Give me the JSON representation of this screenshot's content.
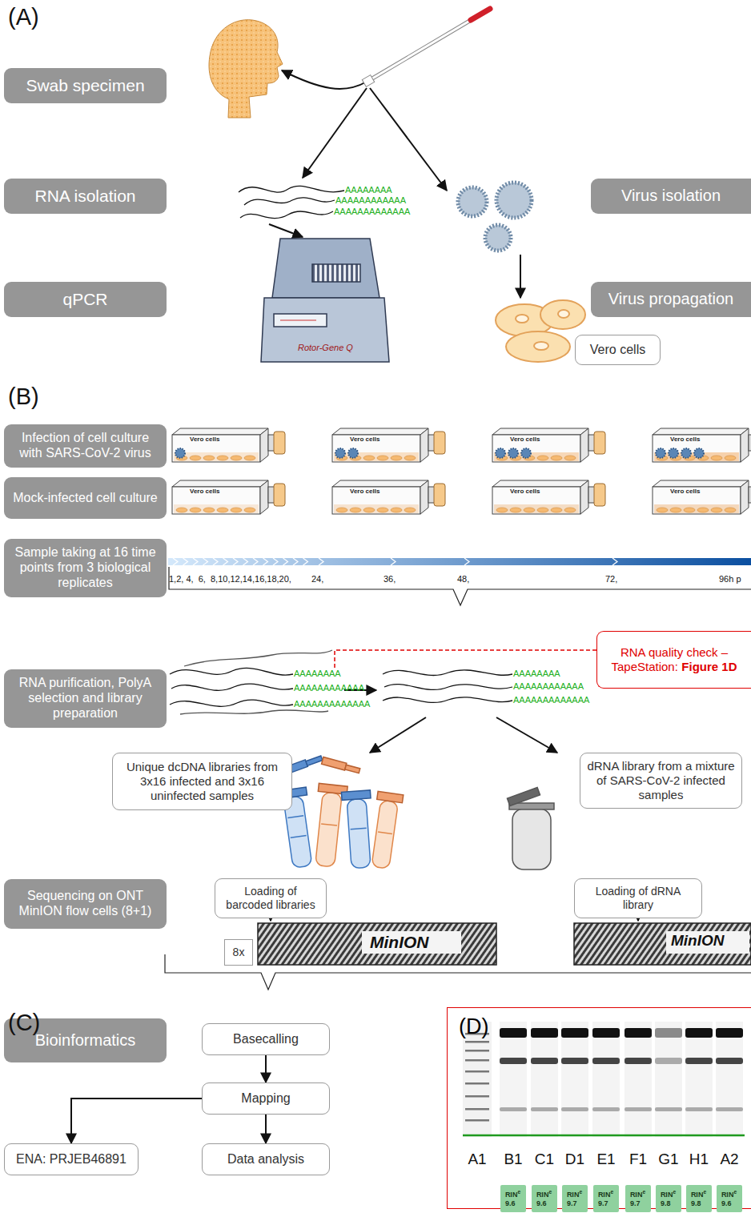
{
  "diagram": {
    "nodes": [
      {
        "text": [
          "Swab specimen"
        ]
      },
      {
        "text": [
          "RNA isolation"
        ]
      },
      {
        "text": [
          "Virus isolation"
        ]
      },
      {
        "text": [
          "qPCR"
        ]
      },
      {
        "text": [
          "Virus propagation"
        ]
      },
      {
        "text": [
          "Vero cells"
        ]
      },
      {
        "text": [
          "Infection of cell culture with SARS-CoV-2 virus"
        ]
      },
      {
        "text": [
          "Mock-infected cell culture"
        ]
      },
      {
        "text": [
          "Sample taking at 16 time points from 3 biological replicates"
        ]
      },
      {
        "text": [
          "RNA purification, PolyA selection and library preparation"
        ]
      },
      {
        "text": [
          "RNA quality check – TapeStation:",
          "Figure 1D"
        ]
      },
      {
        "text": [
          "Unique dcDNA libraries from 3x16 infected and 3x16 uninfected samples"
        ]
      },
      {
        "text": [
          "dRNA library from a mixture of SARS-CoV-2 infected samples"
        ]
      },
      {
        "text": [
          "Sequencing on ONT MinION flow cells (8+1)"
        ]
      },
      {
        "text": [
          "Loading of barcoded libraries"
        ]
      },
      {
        "text": [
          "Loading of dRNA library"
        ]
      },
      {
        "text": [
          "8x"
        ]
      },
      {
        "text": [
          "Bioinformatics"
        ]
      },
      {
        "text": [
          "Basecalling"
        ]
      },
      {
        "text": [
          "Mapping"
        ]
      },
      {
        "text": [
          "ENA: PRJEB46891"
        ]
      },
      {
        "text": [
          "Data analysis"
        ]
      },
      {
        "text": [
          "(D)"
        ]
      },
      {
        "text": [
          "RIN",
          "e",
          "9.6"
        ],
        "in": 22
      },
      {
        "text": [
          "RIN",
          "e",
          "9.6"
        ],
        "in": 22
      },
      {
        "text": [
          "RIN",
          "e",
          "9.7"
        ],
        "in": 22
      },
      {
        "text": [
          "RIN",
          "e",
          "9.7"
        ],
        "in": 22
      },
      {
        "text": [
          "RIN",
          "e",
          "9.7"
        ],
        "in": 22
      },
      {
        "text": [
          "RIN",
          "e",
          "9.8"
        ],
        "in": 22
      },
      {
        "text": [
          "RIN",
          "e",
          "9.8"
        ],
        "in": 22
      },
      {
        "text": [
          "RIN",
          "e",
          "9.6"
        ],
        "in": 22
      }
    ],
    "edges": [
      {
        "from": 18,
        "to": 19,
        "arrow": "to"
      },
      {
        "from": 19,
        "to": 20,
        "arrow": "to"
      },
      {
        "from": 19,
        "to": 21,
        "arrow": "to"
      }
    ],
    "labels": [
      "(A)",
      "AAAAAAAA",
      "AAAAAAAAAAAA",
      "AAAAAAAAAAAAA",
      "Rotor-Gene Q",
      "(B)",
      "Vero cells",
      "Vero cells",
      "Vero cells",
      "Vero cells",
      "Vero cells",
      "Vero cells",
      "Vero cells",
      "Vero cells",
      "1,2, 4,  6,  8,10,12,14,16,18,20,",
      "24,",
      "36,",
      "48,",
      "72,",
      "96h p",
      "AAAAAAAA",
      "AAAAAAAAAAAA",
      "AAAAAAAAAAAAA",
      "AAAAAAAA",
      "AAAAAAAAAAAA",
      "AAAAAAAAAAAAA",
      "MinION",
      "MinION",
      "(C)",
      "A1",
      "B1",
      "C1",
      "D1",
      "E1",
      "F1",
      "G1",
      "H1",
      "A2"
    ]
  }
}
